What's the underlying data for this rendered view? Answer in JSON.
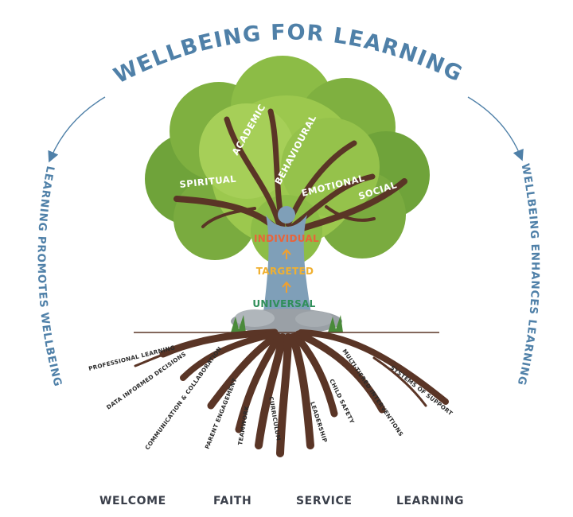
{
  "title": "WELLBEING FOR LEARNING",
  "left_arc_text": "LEARNING PROMOTES WELLBEING",
  "right_arc_text": "WELLBEING ENHANCES LEARNING",
  "branches": [
    "SPIRITUAL",
    "ACADEMIC",
    "BEHAVIOURAL",
    "EMOTIONAL",
    "SOCIAL"
  ],
  "tiers": [
    {
      "label": "INDIVIDUAL",
      "color": "#e8643a"
    },
    {
      "label": "TARGETED",
      "color": "#f0b030"
    },
    {
      "label": "UNIVERSAL",
      "color": "#2f8f5a"
    }
  ],
  "roots": [
    "PROFESSIONAL LEARNING",
    "DATA INFORMED DECISIONS",
    "COMMUNICATION & COLLABORATION",
    "PARENT ENGAGEMENT",
    "TEAMWORK",
    "CURRICULUM",
    "LEADERSHIP",
    "CHILD SAFETY",
    "MULTI-TIERED INTERVENTIONS",
    "SYSTEMS OF SUPPORT"
  ],
  "footer": [
    "WELCOME",
    "FAITH",
    "SERVICE",
    "LEARNING"
  ],
  "colors": {
    "accent_blue": "#4f80a8",
    "trunk_blue": "#7f9fb8",
    "canopy_light": "#9cc84e",
    "canopy_dark": "#6fa33a",
    "wood_brown": "#5a3526",
    "footer_text": "#3a3f4a"
  }
}
